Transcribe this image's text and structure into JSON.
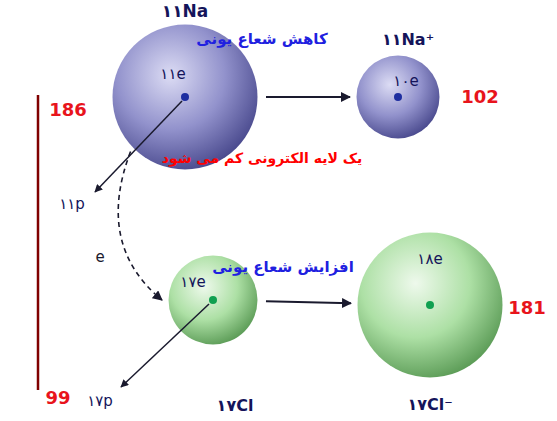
{
  "diagram": {
    "nodes": [
      {
        "text": [
          "۱۱Na",
          "۱۱e"
        ]
      },
      {
        "text": [
          "۱۱Na⁺",
          "۱۰e"
        ]
      },
      {
        "text": [
          "۱۷Cl",
          "۱۷e"
        ]
      },
      {
        "text": [
          "۱۷Cl⁻",
          "۱۸e"
        ]
      }
    ],
    "edges": [
      {
        "from": 0,
        "to": 1,
        "label": "کاهش شعاع یونی",
        "arrow": "to"
      },
      {
        "from": 2,
        "to": 3,
        "label": "افزایش شعاع یونی",
        "arrow": "to"
      },
      {
        "from": 0,
        "to": 2,
        "label": "e",
        "arrow": "to"
      }
    ],
    "labels": [
      "186",
      "102",
      "99",
      "181",
      "۱۱p",
      "۱۷p",
      "یک لایه الکترونی کم می شود"
    ]
  }
}
